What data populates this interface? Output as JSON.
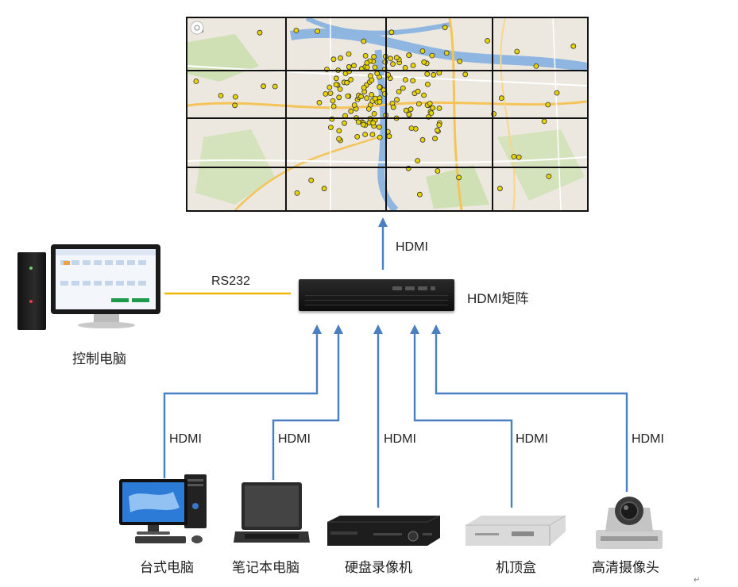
{
  "labels": {
    "control_pc": "控制电脑",
    "matrix": "HDMI矩阵",
    "rs232": "RS232",
    "hdmi_to_wall": "HDMI",
    "desktop": "台式电脑",
    "laptop": "笔记本电脑",
    "dvr": "硬盘录像机",
    "stb": "机顶盒",
    "camera": "高清摄像头"
  },
  "hdmi_links": [
    "HDMI",
    "HDMI",
    "HDMI",
    "HDMI",
    "HDMI"
  ],
  "colors": {
    "hdmi_wire": "#4a7fc1",
    "rs232_wire": "#f2b705",
    "map_water": "#8fb6e0",
    "map_marker": "#e8d300"
  },
  "video_wall": {
    "rows": 4,
    "cols": 4,
    "content": "city map with many yellow markers"
  },
  "icons": [
    "monitor-pc-icon",
    "matrix-box-icon",
    "desktop-pc-icon",
    "laptop-icon",
    "dvr-icon",
    "set-top-box-icon",
    "ptz-camera-icon"
  ]
}
